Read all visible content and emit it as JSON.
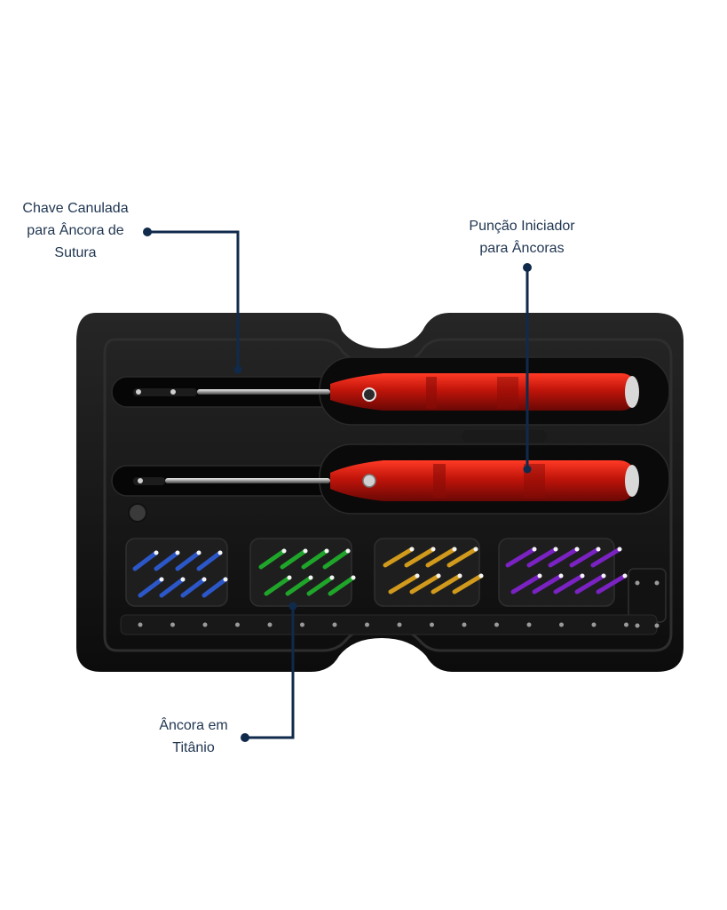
{
  "colors": {
    "leader": "#102a4c",
    "label_text": "#1f3550",
    "tray": "#141414",
    "handle": "#c0140a",
    "anchor_blue": "#2c57c8",
    "anchor_green": "#1fa52a",
    "anchor_gold": "#d19a1c",
    "anchor_purple": "#7a22c2"
  },
  "callouts": [
    {
      "id": "chave",
      "lines": [
        "Chave Canulada",
        "para Âncora de",
        "Sutura"
      ]
    },
    {
      "id": "puncao",
      "lines": [
        "Punção Iniciador",
        "para Âncoras"
      ]
    },
    {
      "id": "ancora",
      "lines": [
        "Âncora em",
        "Titânio"
      ]
    }
  ],
  "instruments": [
    {
      "name": "Chave Canulada para Âncora de Sutura",
      "icon": "cannulated-screwdriver-icon"
    },
    {
      "name": "Punção Iniciador para Âncoras",
      "icon": "anchor-awl-icon"
    }
  ],
  "anchor_groups": [
    {
      "color": "blue"
    },
    {
      "color": "green"
    },
    {
      "color": "gold"
    },
    {
      "color": "purple"
    }
  ]
}
